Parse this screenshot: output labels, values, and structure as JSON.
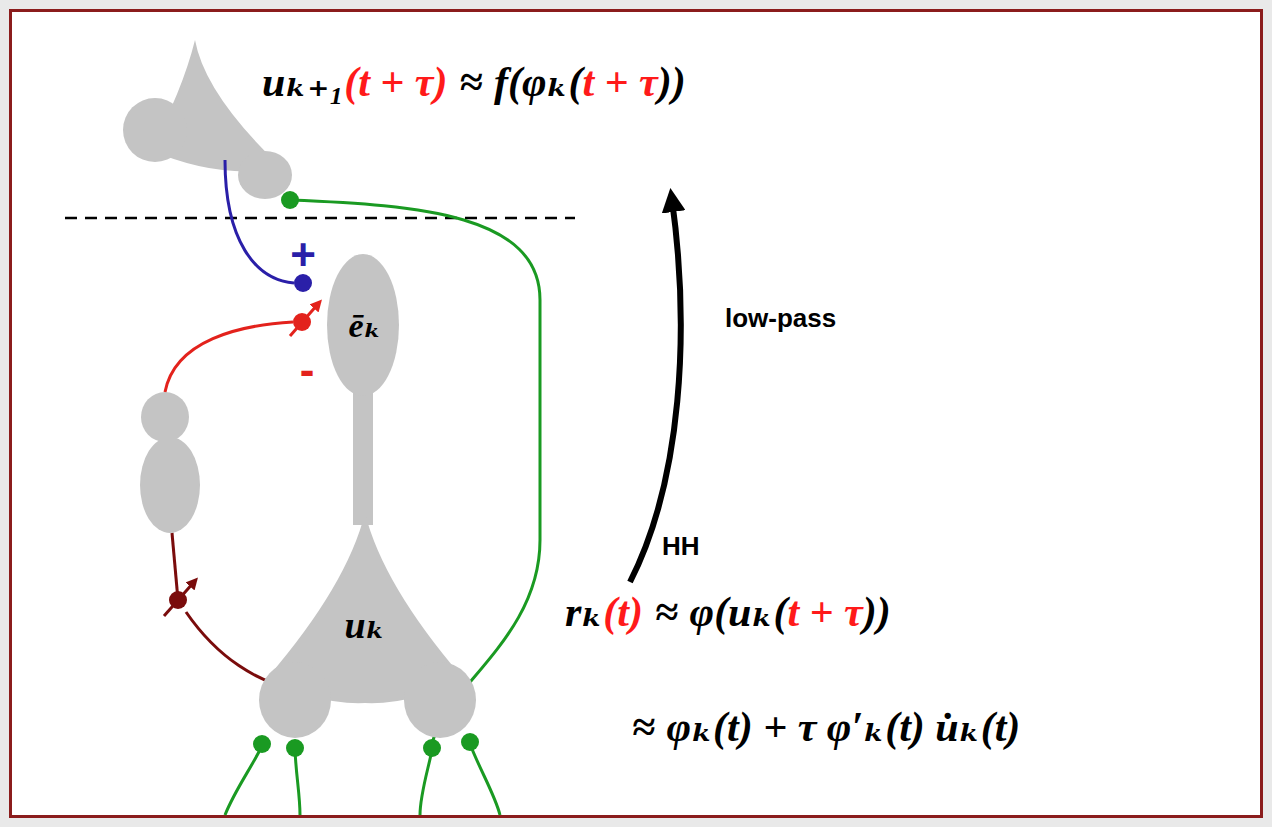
{
  "diagram": {
    "nodes": [
      {
        "text": [
          "ēₖ"
        ]
      },
      {
        "text": [
          "uₖ"
        ]
      }
    ],
    "labels": [
      "uₖ₊₁",
      "(t + τ)",
      "≈",
      "f(φₖ(",
      "t + τ",
      "))",
      "+",
      "low-pass",
      "-",
      "HH",
      "rₖ",
      "(t)",
      "≈",
      "φ(uₖ(",
      "t + τ",
      "))",
      "≈",
      "φₖ(t) + τ φ′ₖ(t) u̇ₖ(t)"
    ]
  }
}
